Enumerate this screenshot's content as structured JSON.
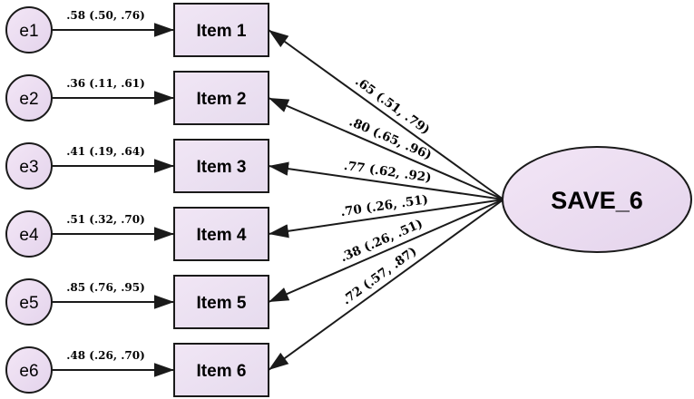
{
  "diagram": {
    "factor": {
      "label": "SAVE_6"
    },
    "errors": [
      {
        "label": "e1",
        "estimate": ".58 (.50, .76)"
      },
      {
        "label": "e2",
        "estimate": ".36 (.11, .61)"
      },
      {
        "label": "e3",
        "estimate": ".41 (.19, .64)"
      },
      {
        "label": "e4",
        "estimate": ".51 (.32, .70)"
      },
      {
        "label": "e5",
        "estimate": ".85 (.76, .95)"
      },
      {
        "label": "e6",
        "estimate": ".48 (.26, .70)"
      }
    ],
    "items": [
      {
        "label": "Item 1",
        "loading": ".65 (.51, .79)"
      },
      {
        "label": "Item 2",
        "loading": ".80 (.65, .96)"
      },
      {
        "label": "Item 3",
        "loading": ".77 (.62, .92)"
      },
      {
        "label": "Item 4",
        "loading": ".70 (.26, .51)"
      },
      {
        "label": "Item 5",
        "loading": ".38 (.26, .51)"
      },
      {
        "label": "Item 6",
        "loading": ".72 (.57, .87)"
      }
    ],
    "colors": {
      "node_fill_light": "#f3e6f6",
      "node_fill_dark": "#e4d4ec",
      "stroke": "#1a1a1a"
    }
  }
}
